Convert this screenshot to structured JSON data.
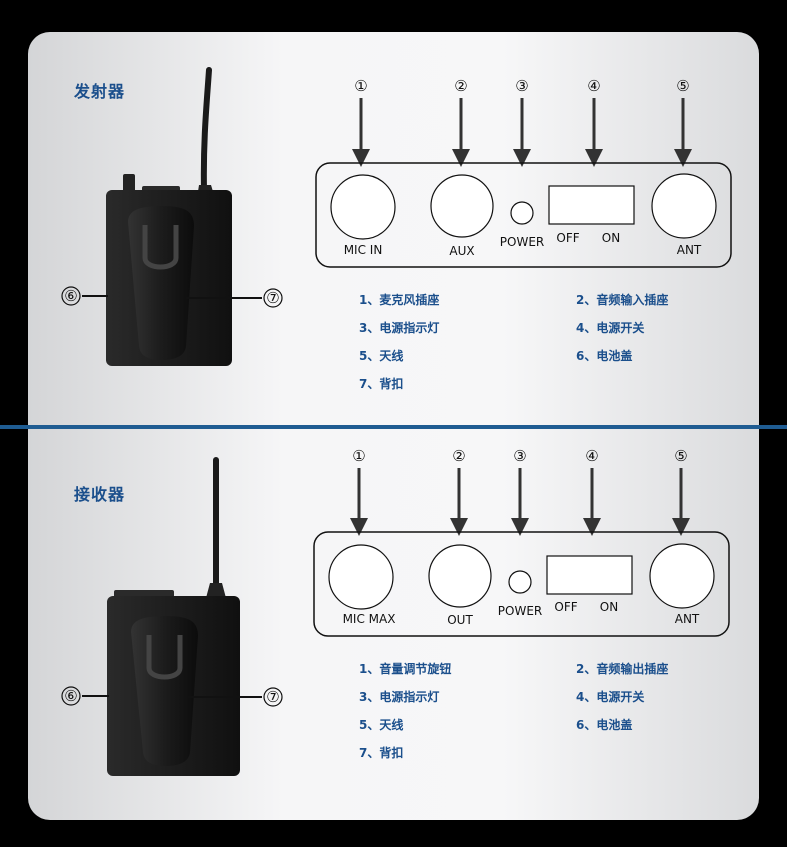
{
  "transmitter": {
    "title": "发射器",
    "numbers": [
      "①",
      "②",
      "③",
      "④",
      "⑤"
    ],
    "side_numbers": [
      "⑥",
      "⑦"
    ],
    "ports": {
      "p1": "MIC IN",
      "p2": "AUX",
      "p3": "POWER",
      "off": "OFF",
      "on": "ON",
      "p5": "ANT"
    },
    "legend": [
      "1、麦克风插座",
      "2、音频输入插座",
      "3、电源指示灯",
      "4、电源开关",
      "5、天线",
      "6、电池盖",
      "7、背扣"
    ]
  },
  "receiver": {
    "title": "接收器",
    "numbers": [
      "①",
      "②",
      "③",
      "④",
      "⑤"
    ],
    "side_numbers": [
      "⑥",
      "⑦"
    ],
    "ports": {
      "p1": "MIC MAX",
      "p2": "OUT",
      "p3": "POWER",
      "off": "OFF",
      "on": "ON",
      "p5": "ANT"
    },
    "legend": [
      "1、音量调节旋钮",
      "2、音频输出插座",
      "3、电源指示灯",
      "4、电源开关",
      "5、天线",
      "6、电池盖",
      "7、背扣"
    ]
  },
  "colors": {
    "accent": "#1b4f8c",
    "divider": "#1f5c92",
    "device": "#1a1a1a"
  }
}
